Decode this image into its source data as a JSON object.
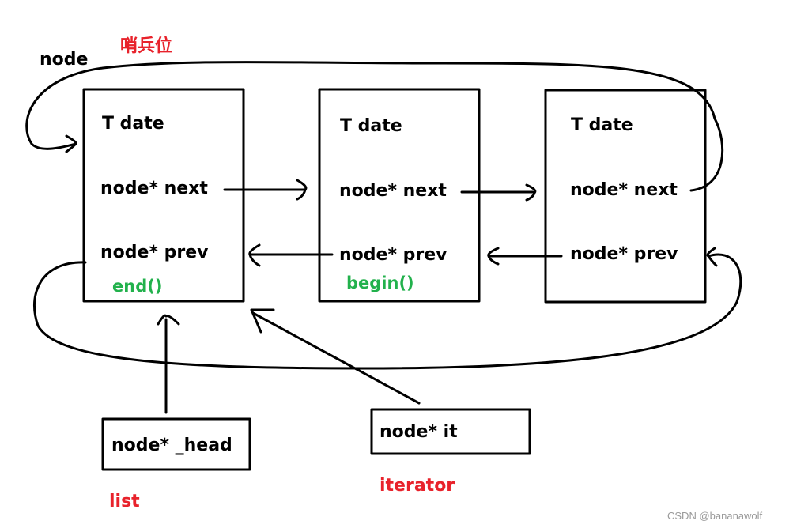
{
  "labels": {
    "sentinel": "哨兵位",
    "node": "node",
    "list": "list",
    "iterator": "iterator"
  },
  "nodes": [
    {
      "date": "T date",
      "next": "node* next",
      "prev": "node* prev",
      "marker": "end()"
    },
    {
      "date": "T date",
      "next": "node* next",
      "prev": "node* prev",
      "marker": "begin()"
    },
    {
      "date": "T date",
      "next": "node* next",
      "prev": "node* prev"
    }
  ],
  "head_box": {
    "text": "node* _head"
  },
  "iter_box": {
    "text": "node* it"
  },
  "watermark": "CSDN @bananawolf",
  "colors": {
    "ink": "#000000",
    "red": "#e8222b",
    "green": "#22b14c",
    "watermark": "#9a9a9a"
  }
}
